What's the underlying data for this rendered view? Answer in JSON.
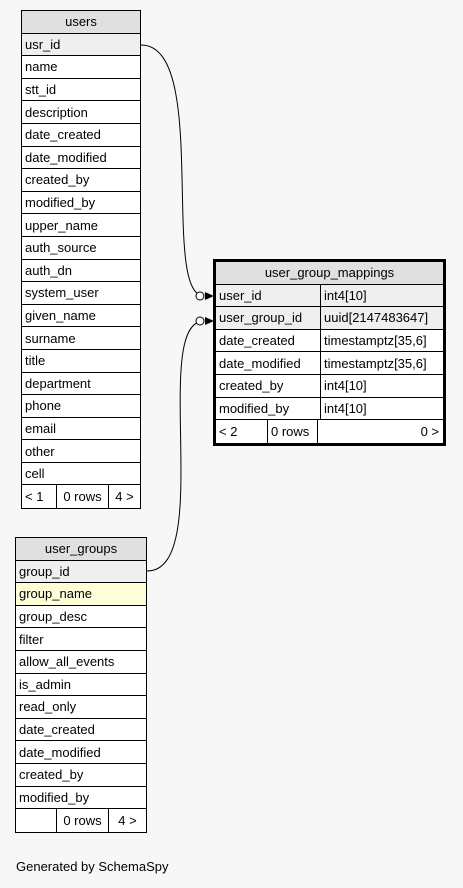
{
  "users": {
    "title": "users",
    "columns": [
      "usr_id",
      "name",
      "stt_id",
      "description",
      "date_created",
      "date_modified",
      "created_by",
      "modified_by",
      "upper_name",
      "auth_source",
      "auth_dn",
      "system_user",
      "given_name",
      "surname",
      "title",
      "department",
      "phone",
      "email",
      "other",
      "cell"
    ],
    "footer": {
      "left": "< 1",
      "middle": "0 rows",
      "right": "4 >"
    }
  },
  "user_group_mappings": {
    "title": "user_group_mappings",
    "columns": [
      {
        "name": "user_id",
        "type": "int4[10]"
      },
      {
        "name": "user_group_id",
        "type": "uuid[2147483647]"
      },
      {
        "name": "date_created",
        "type": "timestamptz[35,6]"
      },
      {
        "name": "date_modified",
        "type": "timestamptz[35,6]"
      },
      {
        "name": "created_by",
        "type": "int4[10]"
      },
      {
        "name": "modified_by",
        "type": "int4[10]"
      }
    ],
    "footer": {
      "left": "< 2",
      "middle": "0 rows",
      "right": "0 >"
    }
  },
  "user_groups": {
    "title": "user_groups",
    "columns": [
      "group_id",
      "group_name",
      "group_desc",
      "filter",
      "allow_all_events",
      "is_admin",
      "read_only",
      "date_created",
      "date_modified",
      "created_by",
      "modified_by"
    ],
    "footer": {
      "left": "",
      "middle": "0 rows",
      "right": "4 >"
    }
  },
  "generated_by": "Generated by SchemaSpy"
}
